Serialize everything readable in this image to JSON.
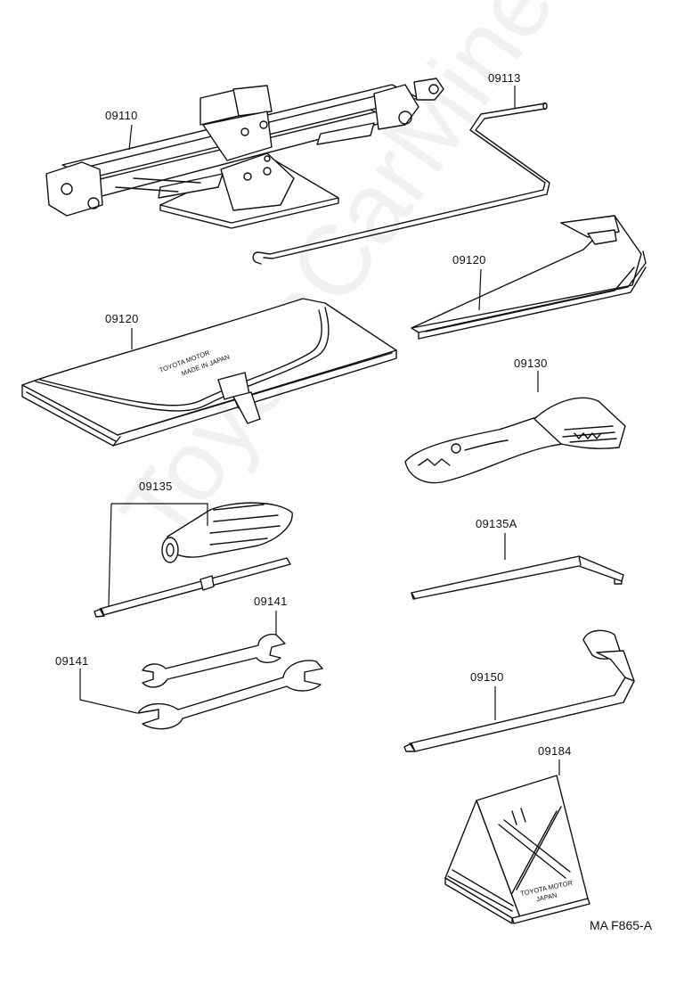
{
  "watermark": "ToyotaCarMine.ru",
  "diagram_code": "MA F865-A",
  "parts": {
    "jack": "09110",
    "jack_handle": "09113",
    "tool_bag_small": "09120",
    "tool_bag": "09120",
    "pliers": "09130",
    "screwdriver": "09135",
    "screwdriver_bar": "09135A",
    "wrench_upper": "09141",
    "wrench_lower": "09141",
    "wheel_nut_wrench": "09150",
    "wheel_chock": "09184"
  },
  "imprints": {
    "bag_line1": "TOYOTA MOTOR",
    "bag_line2": "MADE IN JAPAN",
    "chock_line1": "TOYOTA MOTOR",
    "chock_line2": "JAPAN"
  }
}
